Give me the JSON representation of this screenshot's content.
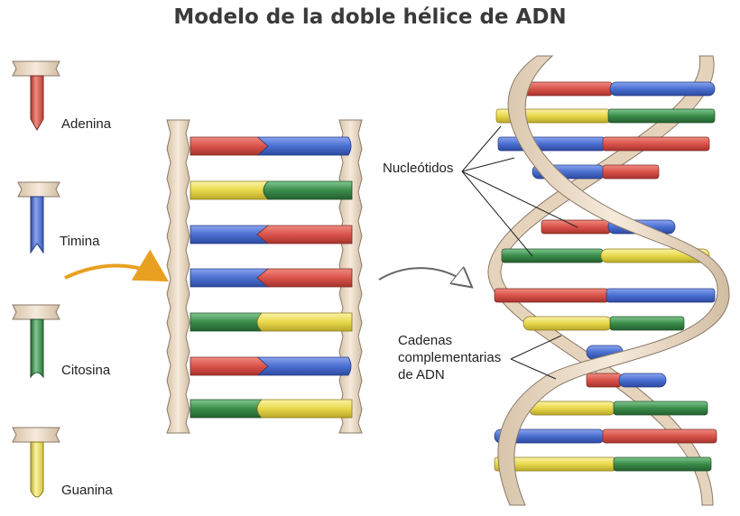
{
  "title": "Modelo de la doble hélice de ADN",
  "legend": [
    {
      "label": "Adenina",
      "color": "#d9534a"
    },
    {
      "label": "Timina",
      "color": "#4a6fd0"
    },
    {
      "label": "Citosina",
      "color": "#3a8c4a"
    },
    {
      "label": "Guanina",
      "color": "#e8d84a"
    }
  ],
  "ladder": {
    "rungs": [
      [
        "Adenina",
        "Timina"
      ],
      [
        "Guanina",
        "Citosina"
      ],
      [
        "Timina",
        "Adenina"
      ],
      [
        "Timina",
        "Adenina"
      ],
      [
        "Citosina",
        "Guanina"
      ],
      [
        "Adenina",
        "Timina"
      ],
      [
        "Citosina",
        "Guanina"
      ]
    ]
  },
  "annotations": {
    "nucleotides": "Nucleótidos",
    "chains_line1": "Cadenas",
    "chains_line2": "complementarias",
    "chains_line3": "de ADN"
  },
  "colors": {
    "backbone": "#ead9c4",
    "backbone_stroke": "#8a7a68",
    "arrow_orange": "#e8a020"
  }
}
